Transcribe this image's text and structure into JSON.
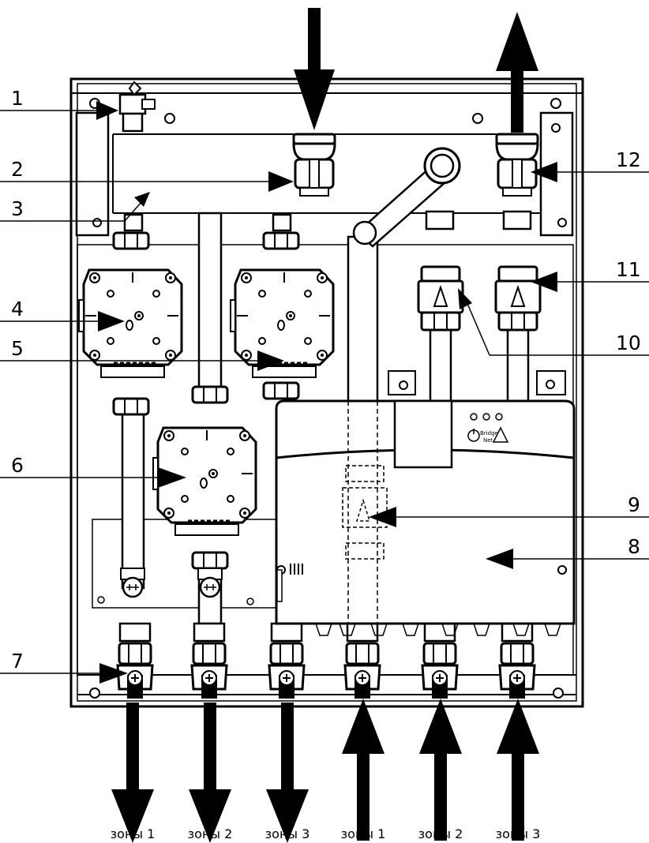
{
  "callouts": {
    "n1": "1",
    "n2": "2",
    "n3": "3",
    "n4": "4",
    "n5": "5",
    "n6": "6",
    "n7": "7",
    "n8": "8",
    "n9": "9",
    "n10": "10",
    "n11": "11",
    "n12": "12"
  },
  "outlets": {
    "zone1_out": "зоны 1",
    "zone2_out": "зоны 2",
    "zone3_out": "зоны 3"
  },
  "returns": {
    "zone1_in": "зоны 1",
    "zone2_in": "зоны 2",
    "zone3_in": "зоны 3"
  },
  "controller": {
    "led_label_1": "Bridge",
    "led_label_2": "Net"
  }
}
